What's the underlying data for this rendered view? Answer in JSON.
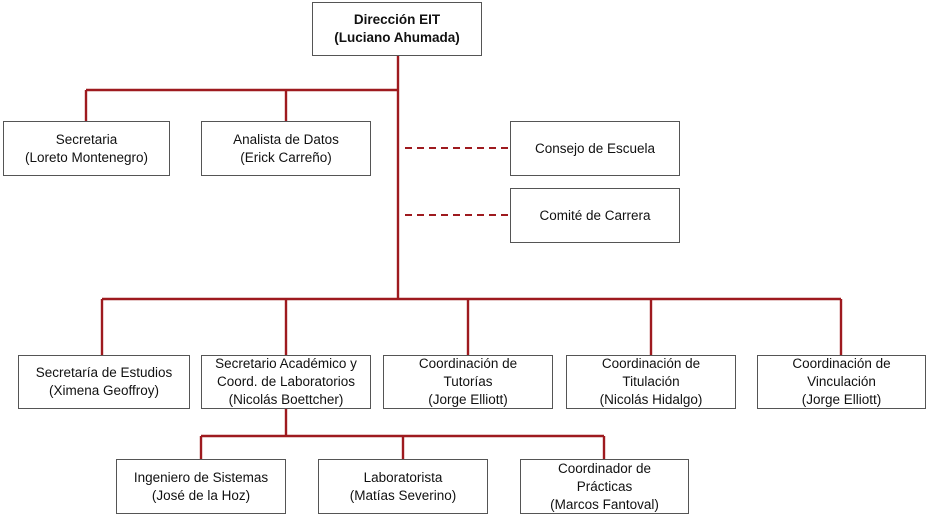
{
  "director": {
    "line1": "Dirección EIT",
    "line2": "(Luciano Ahumada)"
  },
  "staff": [
    {
      "line1": "Secretaria",
      "line2": "(Loreto Montenegro)"
    },
    {
      "line1": "Analista de Datos",
      "line2": "(Erick Carreño)"
    }
  ],
  "advisory": [
    {
      "label": "Consejo de Escuela"
    },
    {
      "label": "Comité de Carrera"
    }
  ],
  "units": [
    {
      "line1": "Secretaría de Estudios",
      "line2": "(Ximena Geoffroy)"
    },
    {
      "line1": "Secretario Académico y",
      "line2": "Coord. de Laboratorios",
      "line3": "(Nicolás Boettcher)"
    },
    {
      "line1": "Coordinación de",
      "line2": "Tutorías",
      "line3": "(Jorge Elliott)"
    },
    {
      "line1": "Coordinación de",
      "line2": "Titulación",
      "line3": "(Nicolás Hidalgo)"
    },
    {
      "line1": "Coordinación de",
      "line2": "Vinculación",
      "line3": "(Jorge Elliott)"
    }
  ],
  "sub_units": [
    {
      "line1": "Ingeniero de Sistemas",
      "line2": "(José de la Hoz)"
    },
    {
      "line1": "Laboratorista",
      "line2": "(Matías Severino)"
    },
    {
      "line1": "Coordinador de",
      "line2": "Prácticas",
      "line3": "(Marcos Fantoval)"
    }
  ]
}
